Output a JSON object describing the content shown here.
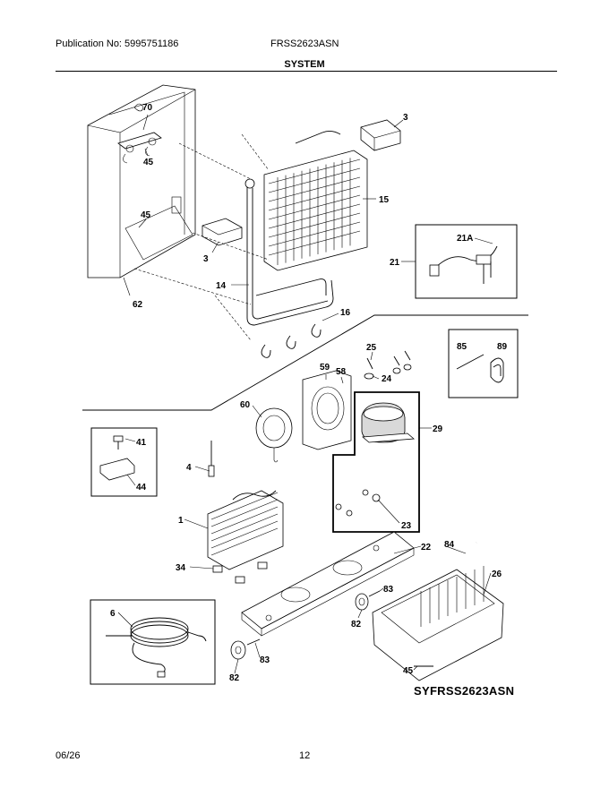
{
  "header": {
    "publication": "Publication No: 5995751186",
    "model": "FRSS2623ASN",
    "section": "SYSTEM"
  },
  "footer": {
    "date": "06/26",
    "page": "12"
  },
  "diagram_code": "SYFRSS2623ASN",
  "callouts": [
    "70",
    "45",
    "3",
    "15",
    "45",
    "3",
    "14",
    "62",
    "21A",
    "21",
    "16",
    "25",
    "58",
    "59",
    "24",
    "85",
    "89",
    "60",
    "29",
    "41",
    "44",
    "4",
    "1",
    "23",
    "22",
    "84",
    "34",
    "26",
    "83",
    "6",
    "82",
    "83",
    "45",
    "82"
  ]
}
